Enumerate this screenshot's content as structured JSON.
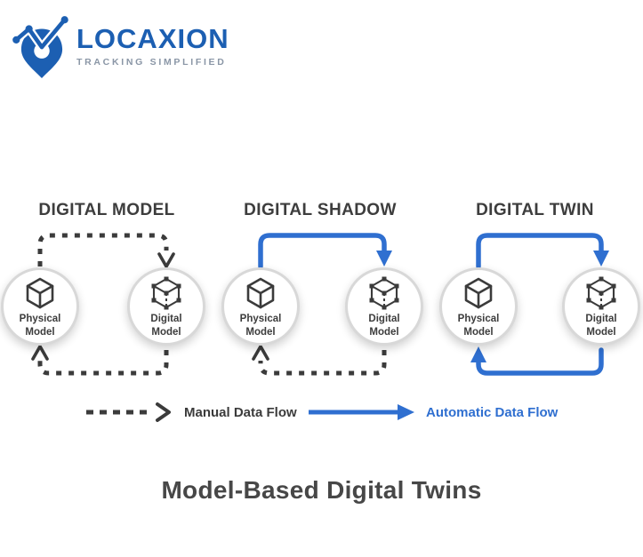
{
  "logo": {
    "brand": "LOCAXION",
    "tagline": "TRACKING SIMPLIFIED",
    "icon": "location-pin-trend-icon"
  },
  "colors": {
    "logo_blue": "#1c5fb2",
    "accent_blue": "#2f6fd0",
    "dark_gray": "#3b3b3b",
    "tagline_gray": "#8a96a6",
    "circle_border": "#d8d8d8"
  },
  "sections": [
    {
      "title": "DIGITAL MODEL",
      "left_node": {
        "label": "Physical Model",
        "icon": "cube-outline-icon"
      },
      "right_node": {
        "label": "Digital Model",
        "icon": "wireframe-cube-icon"
      },
      "arrows": {
        "top": "manual",
        "bottom": "manual"
      }
    },
    {
      "title": "DIGITAL SHADOW",
      "left_node": {
        "label": "Physical Model",
        "icon": "cube-outline-icon"
      },
      "right_node": {
        "label": "Digital Model",
        "icon": "wireframe-cube-icon"
      },
      "arrows": {
        "top": "automatic",
        "bottom": "manual"
      }
    },
    {
      "title": "DIGITAL TWIN",
      "left_node": {
        "label": "Physical Model",
        "icon": "cube-outline-icon"
      },
      "right_node": {
        "label": "Digital Model",
        "icon": "wireframe-cube-icon"
      },
      "arrows": {
        "top": "automatic",
        "bottom": "automatic"
      }
    }
  ],
  "legend": {
    "manual_label": "Manual Data Flow",
    "automatic_label": "Automatic Data Flow"
  },
  "caption": "Model-Based Digital Twins"
}
